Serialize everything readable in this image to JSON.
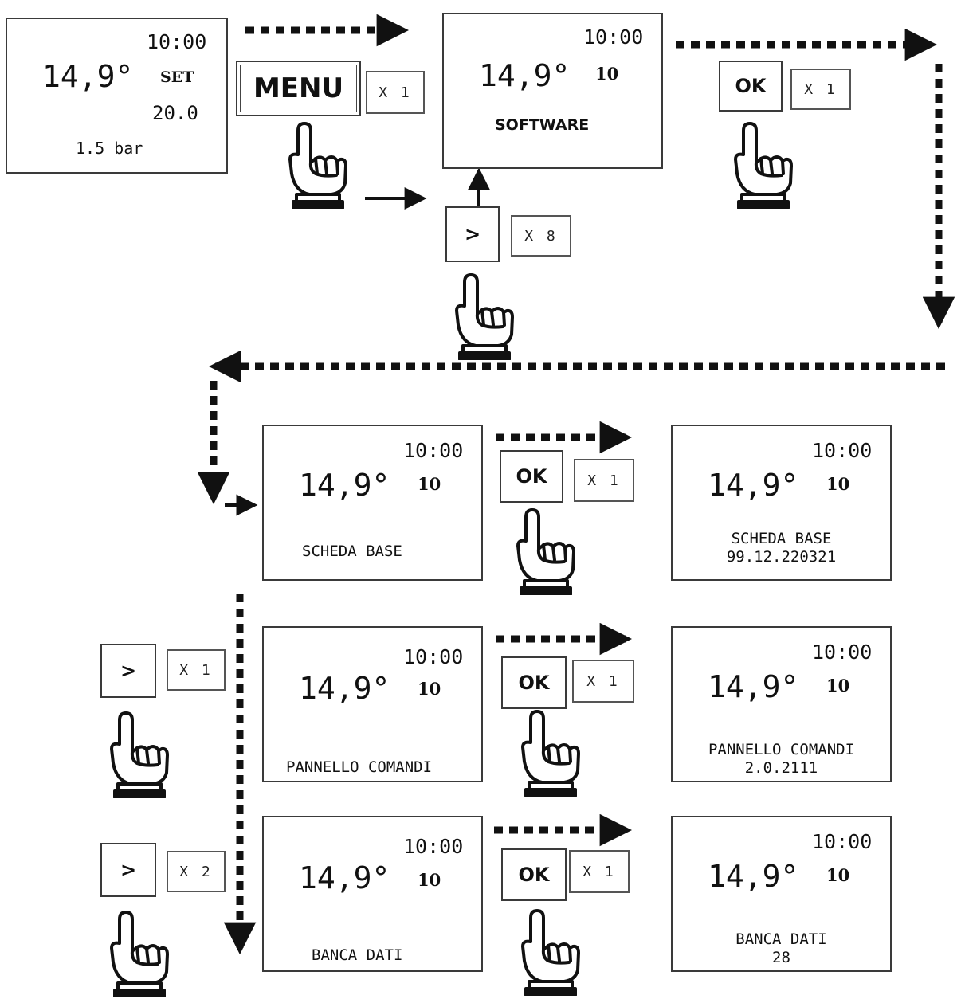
{
  "initial_screen": {
    "time": "10:00",
    "temperature": "14,9°",
    "set_label": "SET",
    "set_value": "20.0",
    "pressure": "1.5 bar"
  },
  "software_screen": {
    "time": "10:00",
    "temperature": "14,9°",
    "value": "10",
    "label": "SOFTWARE"
  },
  "buttons": {
    "menu": "MENU",
    "ok": "OK",
    "next": ">"
  },
  "multipliers": {
    "menu": "X 1",
    "next_software": "X 8",
    "ok_software": "X 1",
    "ok_scheda": "X 1",
    "next_pannello": "X 1",
    "ok_pannello": "X 1",
    "next_banca": "X 2",
    "ok_banca": "X 1"
  },
  "rows": [
    {
      "time": "10:00",
      "temperature": "14,9°",
      "value": "10",
      "label": "SCHEDA BASE",
      "result_time": "10:00",
      "result_temperature": "14,9°",
      "result_value": "10",
      "result_label": "SCHEDA BASE",
      "result_version": "99.12.220321"
    },
    {
      "time": "10:00",
      "temperature": "14,9°",
      "value": "10",
      "label": "PANNELLO COMANDI",
      "result_time": "10:00",
      "result_temperature": "14,9°",
      "result_value": "10",
      "result_label": "PANNELLO COMANDI",
      "result_version": "2.0.2111"
    },
    {
      "time": "10:00",
      "temperature": "14,9°",
      "value": "10",
      "label": "BANCA DATI",
      "result_time": "10:00",
      "result_temperature": "14,9°",
      "result_value": "10",
      "result_label": "BANCA DATI",
      "result_version": "28"
    }
  ]
}
